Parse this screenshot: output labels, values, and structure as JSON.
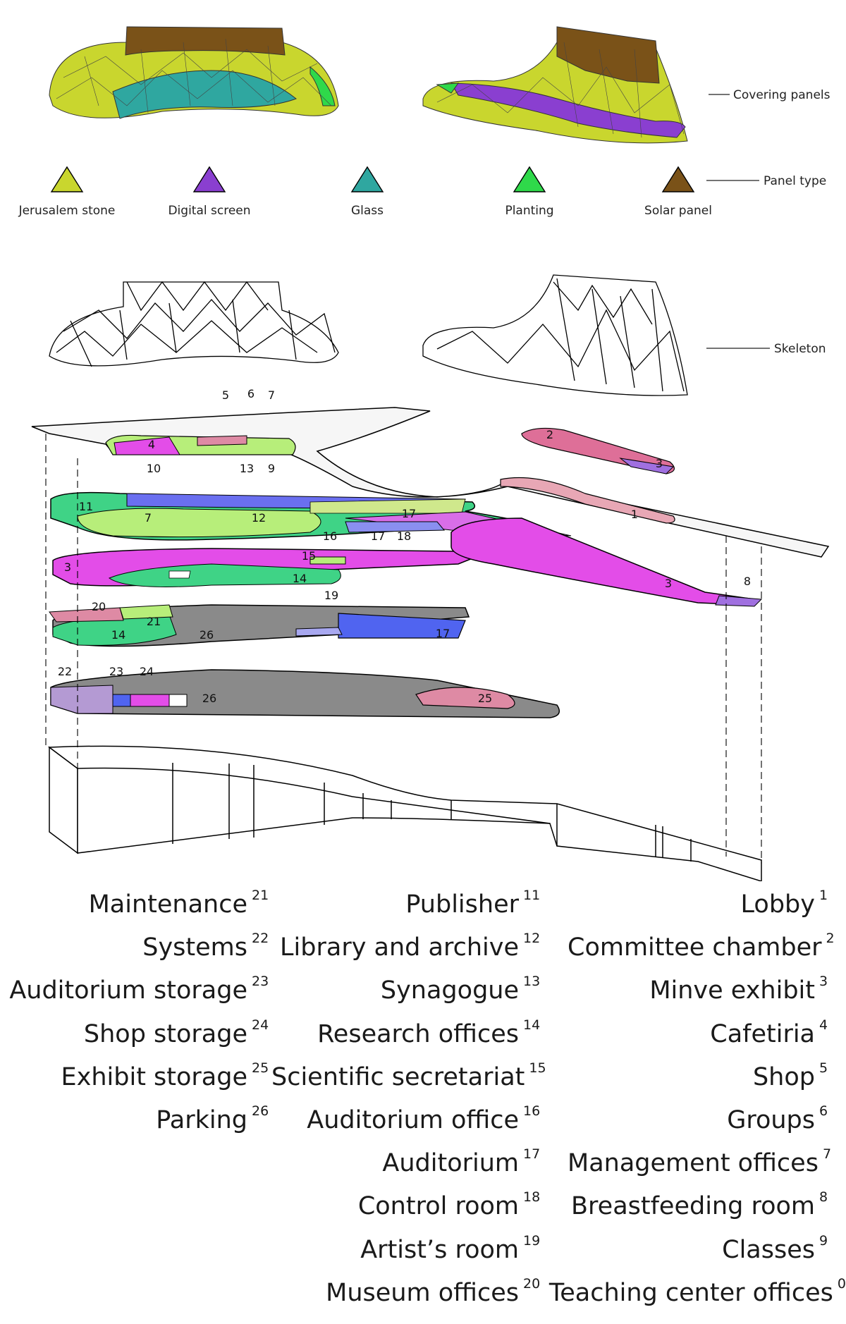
{
  "annotations": {
    "covering_panels": "Covering panels",
    "panel_type": "Panel type",
    "skeleton": "Skeleton"
  },
  "panel_types": [
    {
      "label": "Jerusalem stone",
      "color": "#c9d62e"
    },
    {
      "label": "Digital screen",
      "color": "#8a3fd0"
    },
    {
      "label": "Glass",
      "color": "#2fa7a0"
    },
    {
      "label": "Planting",
      "color": "#2fd94a"
    },
    {
      "label": "Solar panel",
      "color": "#7a5218"
    }
  ],
  "floor_labels": [
    "1",
    "2",
    "3",
    "3",
    "3",
    "4",
    "5",
    "6",
    "7",
    "7",
    "8",
    "9",
    "10",
    "11",
    "12",
    "13",
    "14",
    "14",
    "15",
    "16",
    "17",
    "17",
    "17",
    "18",
    "19",
    "20",
    "21",
    "22",
    "23",
    "24",
    "25",
    "26",
    "26"
  ],
  "legend": {
    "col1": [
      {
        "name": "Maintenance",
        "num": "21"
      },
      {
        "name": "Systems",
        "num": "22"
      },
      {
        "name": "Auditorium storage",
        "num": "23"
      },
      {
        "name": "Shop storage",
        "num": "24"
      },
      {
        "name": "Exhibit storage",
        "num": "25"
      },
      {
        "name": "Parking",
        "num": "26"
      }
    ],
    "col2": [
      {
        "name": "Publisher",
        "num": "11"
      },
      {
        "name": "Library and archive",
        "num": "12"
      },
      {
        "name": "Synagogue",
        "num": "13"
      },
      {
        "name": "Research offices",
        "num": "14"
      },
      {
        "name": "Scientific secretariat",
        "num": "15"
      },
      {
        "name": "Auditorium office",
        "num": "16"
      },
      {
        "name": "Auditorium",
        "num": "17"
      },
      {
        "name": "Control room",
        "num": "18"
      },
      {
        "name": "Artist’s room",
        "num": "19"
      },
      {
        "name": "Museum offices",
        "num": "20"
      }
    ],
    "col3": [
      {
        "name": "Lobby",
        "num": "1"
      },
      {
        "name": "Committee chamber",
        "num": "2"
      },
      {
        "name": "Minve exhibit",
        "num": "3"
      },
      {
        "name": "Cafetiria",
        "num": "4"
      },
      {
        "name": "Shop",
        "num": "5"
      },
      {
        "name": "Groups",
        "num": "6"
      },
      {
        "name": "Management offices",
        "num": "7"
      },
      {
        "name": "Breastfeeding room",
        "num": "8"
      },
      {
        "name": "Classes",
        "num": "9"
      },
      {
        "name": "Teaching center offices",
        "num": "0"
      }
    ]
  }
}
